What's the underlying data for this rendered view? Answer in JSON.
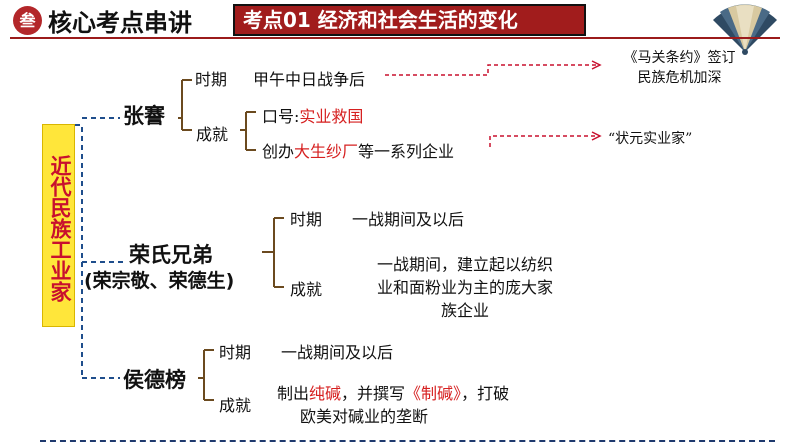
{
  "header": {
    "badge": "叁",
    "title": "核心考点串讲",
    "topic": "考点01  经济和社会生活的变化"
  },
  "left_box": {
    "text": "近代民族工业家"
  },
  "zhangjian": {
    "name": "张謇",
    "period_label": "时期",
    "period_value": "甲午中日战争后",
    "period_note_line1": "《马关条约》签订",
    "period_note_line2": "民族危机加深",
    "achievement_label": "成就",
    "slogan_prefix": "口号:",
    "slogan_value": "实业救国",
    "founded_prefix": "创办",
    "founded_highlight": "大生纱厂",
    "founded_suffix": "等一系列企业",
    "founded_note": "“状元实业家”"
  },
  "rong": {
    "name_line1": "荣氏兄弟",
    "name_line2": "(荣宗敬、荣德生)",
    "period_label": "时期",
    "period_value": "一战期间及以后",
    "achievement_label": "成就",
    "achievement_line1": "一战期间，建立起以纺织",
    "achievement_line2": "业和面粉业为主的庞大家",
    "achievement_line3": "族企业"
  },
  "hou": {
    "name": "侯德榜",
    "period_label": "时期",
    "period_value": "一战期间及以后",
    "achievement_label": "成就",
    "ach_prefix": "制出",
    "ach_highlight1": "纯碱",
    "ach_middle": "，并撰写",
    "ach_highlight2": "《制碱》",
    "ach_suffix": "，打破",
    "ach_line2": "欧美对碱业的垄断"
  },
  "colors": {
    "accent_red": "#a11c1c",
    "highlight_red": "#d62020",
    "box_yellow": "#ffe63a",
    "connector_blue": "#1f4e8c",
    "connector_brown": "#6b4a1f"
  }
}
